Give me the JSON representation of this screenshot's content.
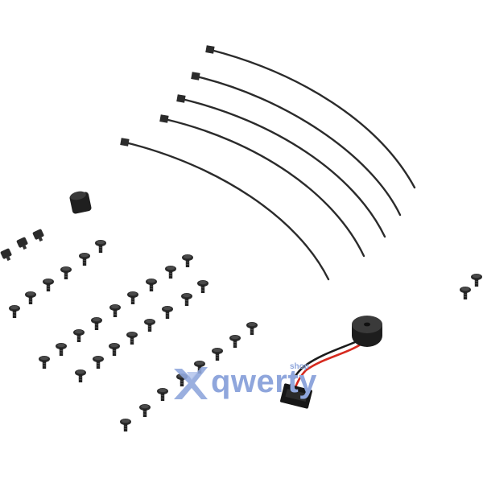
{
  "image": {
    "subject": "pc-case-accessory-kit",
    "background_color": "#ffffff",
    "part_color": "#2b2b2b",
    "wire_colors": [
      "#d62a1f",
      "#1c1c1c"
    ]
  },
  "watermark": {
    "logo_icon": "x-star-logo-icon",
    "brand": "qwerty",
    "tag": "shop",
    "color": "#8fa6dc"
  }
}
